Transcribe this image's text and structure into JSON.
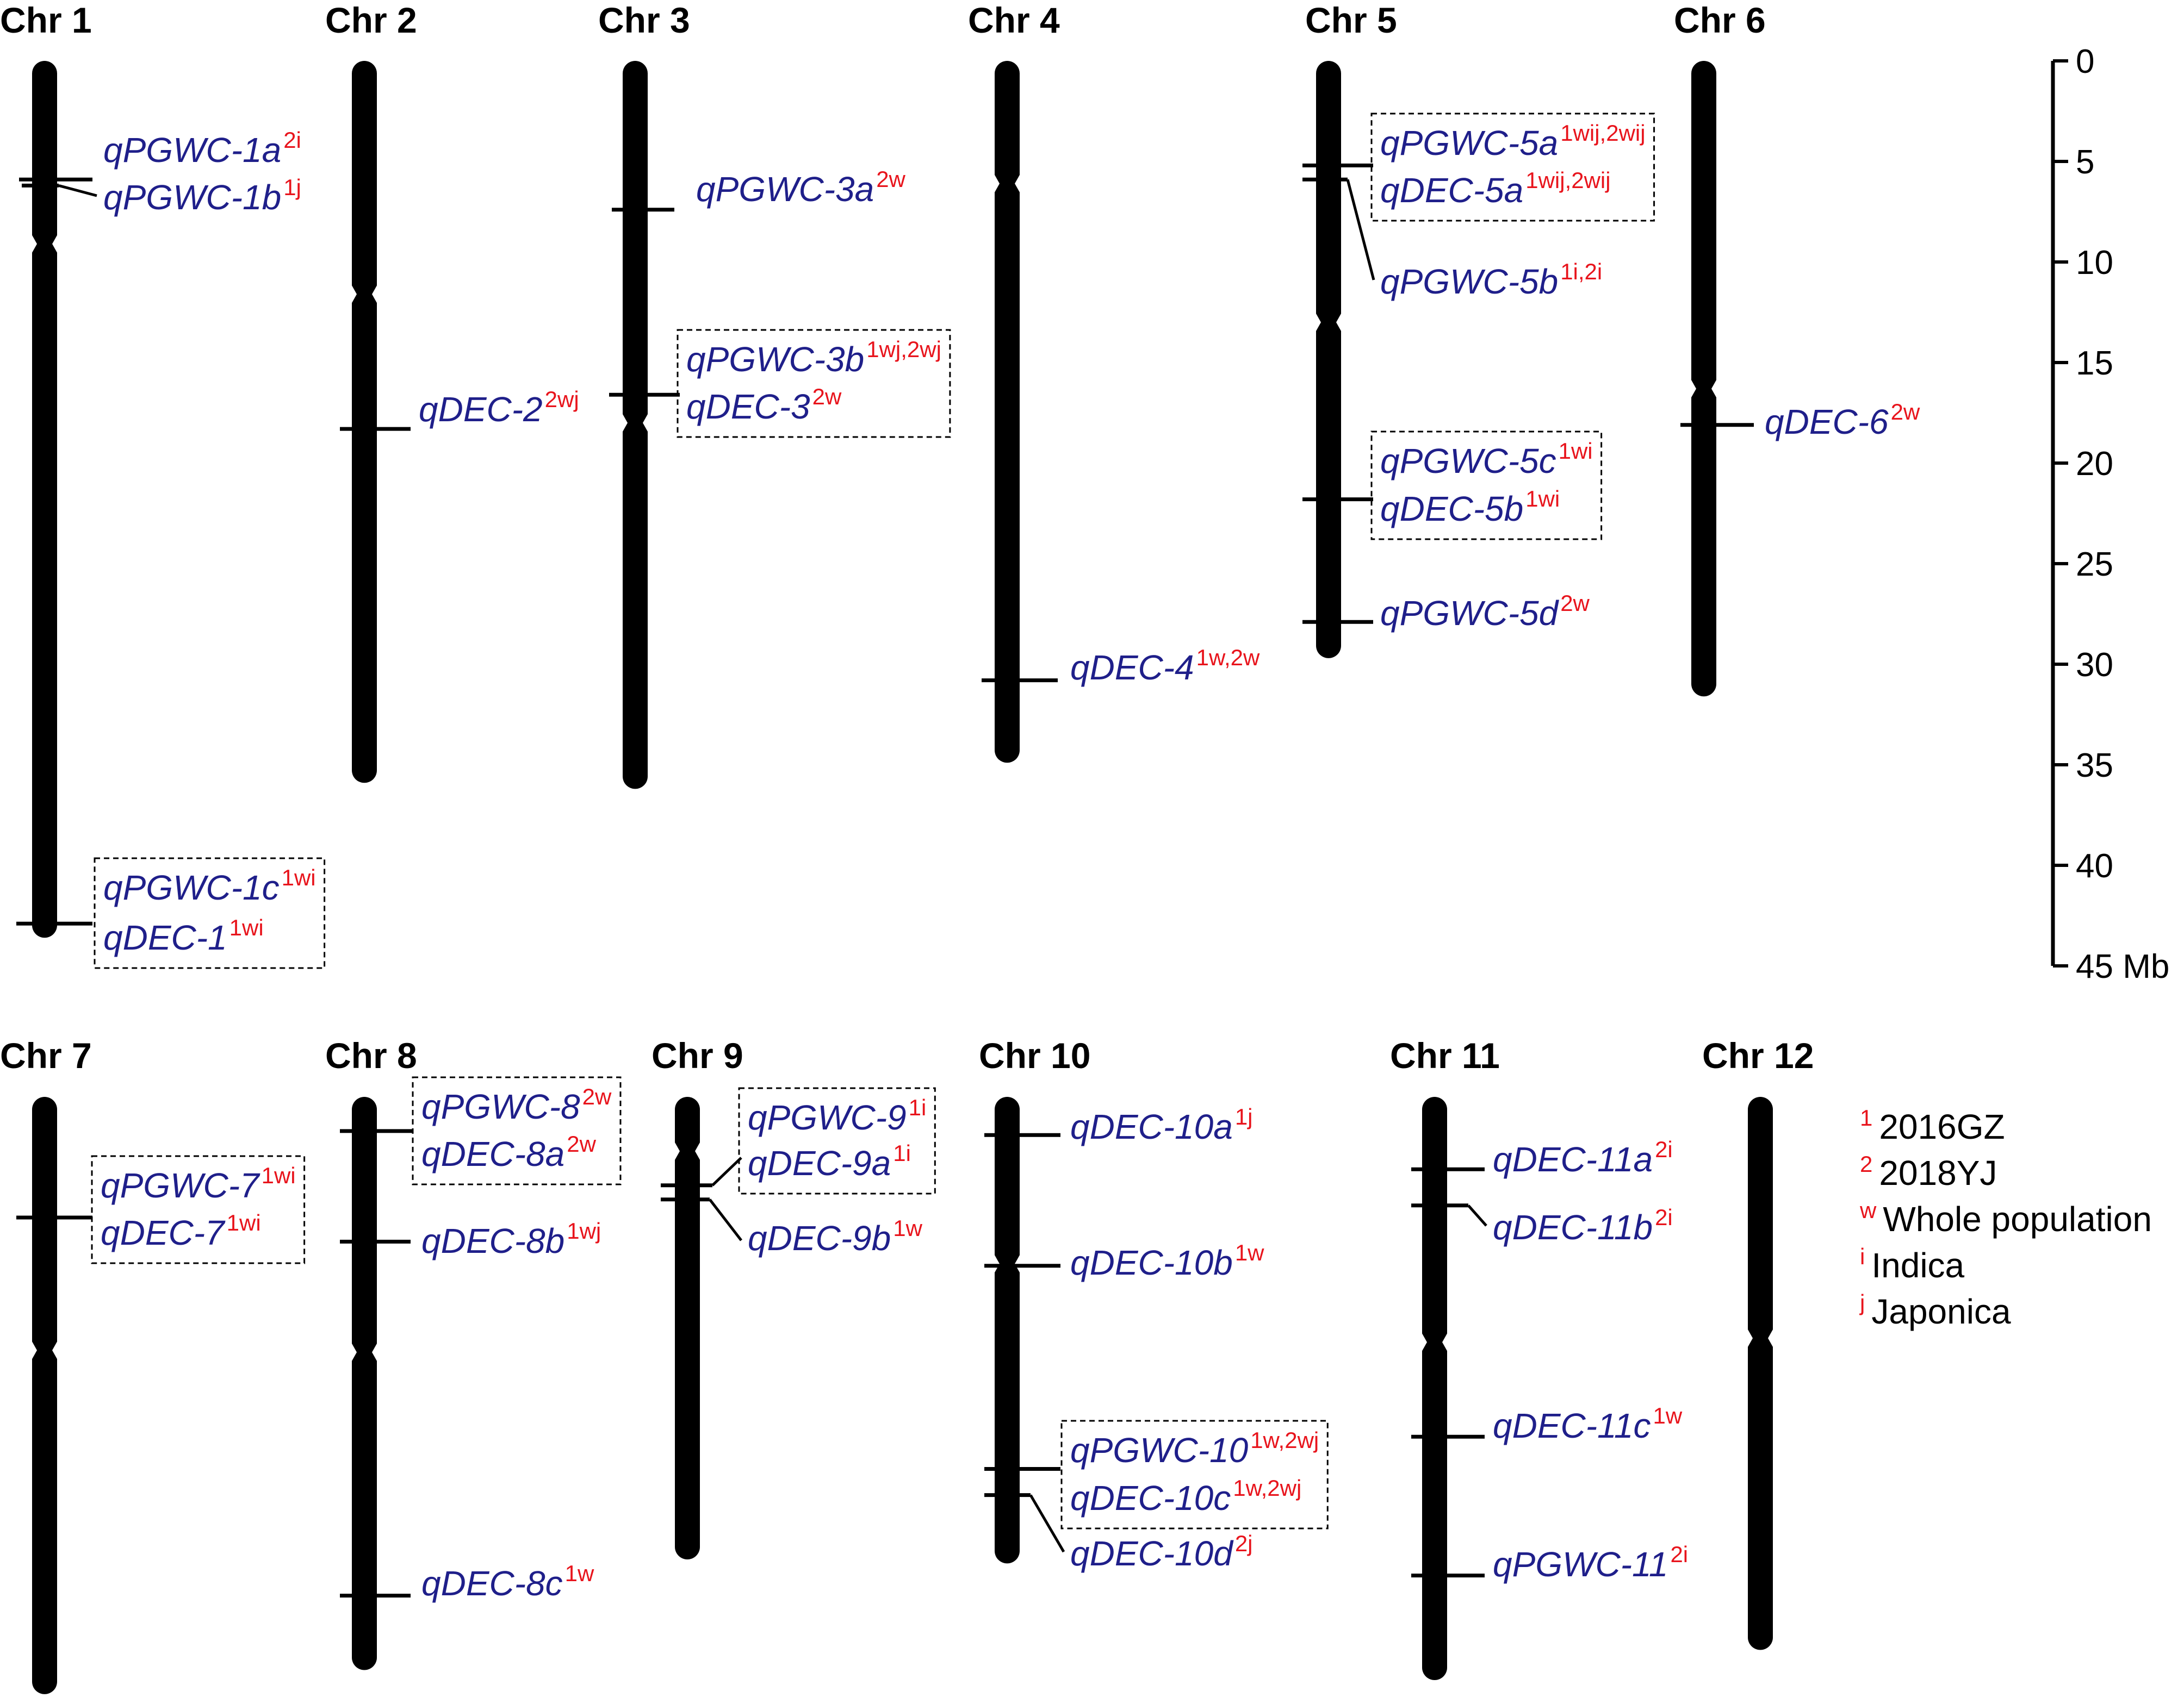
{
  "colors": {
    "chromosome": "#000000",
    "qtl_name": "#1f1f8a",
    "superscript": "#e8141c",
    "box_border": "#000000"
  },
  "chromosomes": [
    {
      "title": "Chr 1",
      "length": 43.6,
      "centromere": 9.1
    },
    {
      "title": "Chr 2",
      "length": 35.9,
      "centromere": 11.6
    },
    {
      "title": "Chr 3",
      "length": 36.2,
      "centromere": 18.0
    },
    {
      "title": "Chr 4",
      "length": 34.9,
      "centromere": 6.1
    },
    {
      "title": "Chr 5",
      "length": 29.7,
      "centromere": 13.0
    },
    {
      "title": "Chr 6",
      "length": 31.6,
      "centromere": 16.3
    },
    {
      "title": "Chr 7",
      "length": 29.7,
      "centromere": 12.6
    },
    {
      "title": "Chr 8",
      "length": 28.5,
      "centromere": 12.7
    },
    {
      "title": "Chr 9",
      "length": 23.0,
      "centromere": 2.7
    },
    {
      "title": "Chr 10",
      "length": 23.2,
      "centromere": 8.3
    },
    {
      "title": "Chr 11",
      "length": 29.0,
      "centromere": 12.2
    },
    {
      "title": "Chr 12",
      "length": 27.5,
      "centromere": 12.0
    }
  ],
  "qtls": [
    {
      "chr": "Chr 1",
      "position": 5.9,
      "name": "qPGWC-1a",
      "sup": "2i"
    },
    {
      "chr": "Chr 1",
      "position": 6.2,
      "name": "qPGWC-1b",
      "sup": "1j"
    },
    {
      "chr": "Chr 1",
      "position": 42.9,
      "name": "qPGWC-1c",
      "sup": "1wi"
    },
    {
      "chr": "Chr 1",
      "position": 42.9,
      "name": "qDEC-1",
      "sup": "1wi"
    },
    {
      "chr": "Chr 2",
      "position": 18.3,
      "name": "qDEC-2",
      "sup": "2wj"
    },
    {
      "chr": "Chr 3",
      "position": 7.4,
      "name": "qPGWC-3a",
      "sup": "2w"
    },
    {
      "chr": "Chr 3",
      "position": 16.6,
      "name": "qPGWC-3b",
      "sup": "1wj,2wj"
    },
    {
      "chr": "Chr 3",
      "position": 16.6,
      "name": "qDEC-3",
      "sup": "2w"
    },
    {
      "chr": "Chr 4",
      "position": 30.8,
      "name": "qDEC-4",
      "sup": "1w,2w"
    },
    {
      "chr": "Chr 5",
      "position": 5.2,
      "name": "qPGWC-5a",
      "sup": "1wij,2wij"
    },
    {
      "chr": "Chr 5",
      "position": 5.2,
      "name": "qDEC-5a",
      "sup": "1wij,2wij"
    },
    {
      "chr": "Chr 5",
      "position": 5.9,
      "name": "qPGWC-5b",
      "sup": "1i,2i"
    },
    {
      "chr": "Chr 5",
      "position": 21.8,
      "name": "qPGWC-5c",
      "sup": "1wi"
    },
    {
      "chr": "Chr 5",
      "position": 21.8,
      "name": "qDEC-5b",
      "sup": "1wi"
    },
    {
      "chr": "Chr 5",
      "position": 27.9,
      "name": "qPGWC-5d",
      "sup": "2w"
    },
    {
      "chr": "Chr 6",
      "position": 18.1,
      "name": "qDEC-6",
      "sup": "2w"
    },
    {
      "chr": "Chr 7",
      "position": 6.0,
      "name": "qPGWC-7",
      "sup": "1wi"
    },
    {
      "chr": "Chr 7",
      "position": 6.0,
      "name": "qDEC-7",
      "sup": "1wi"
    },
    {
      "chr": "Chr 8",
      "position": 1.7,
      "name": "qPGWC-8",
      "sup": "2w"
    },
    {
      "chr": "Chr 8",
      "position": 1.7,
      "name": "qDEC-8a",
      "sup": "2w"
    },
    {
      "chr": "Chr 8",
      "position": 7.2,
      "name": "qDEC-8b",
      "sup": "1wj"
    },
    {
      "chr": "Chr 8",
      "position": 24.8,
      "name": "qDEC-8c",
      "sup": "1w"
    },
    {
      "chr": "Chr 9",
      "position": 4.4,
      "name": "qPGWC-9",
      "sup": "1i"
    },
    {
      "chr": "Chr 9",
      "position": 4.4,
      "name": "qDEC-9a",
      "sup": "1i"
    },
    {
      "chr": "Chr 9",
      "position": 5.1,
      "name": "qDEC-9b",
      "sup": "1w"
    },
    {
      "chr": "Chr 10",
      "position": 1.9,
      "name": "qDEC-10a",
      "sup": "1j"
    },
    {
      "chr": "Chr 10",
      "position": 8.4,
      "name": "qDEC-10b",
      "sup": "1w"
    },
    {
      "chr": "Chr 10",
      "position": 18.5,
      "name": "qPGWC-10",
      "sup": "1w,2wj"
    },
    {
      "chr": "Chr 10",
      "position": 18.5,
      "name": "qDEC-10c",
      "sup": "1w,2wj"
    },
    {
      "chr": "Chr 10",
      "position": 19.8,
      "name": "qDEC-10d",
      "sup": "2j"
    },
    {
      "chr": "Chr 11",
      "position": 3.6,
      "name": "qDEC-11a",
      "sup": "2i"
    },
    {
      "chr": "Chr 11",
      "position": 5.4,
      "name": "qDEC-11b",
      "sup": "2i"
    },
    {
      "chr": "Chr 11",
      "position": 16.9,
      "name": "qDEC-11c",
      "sup": "1w"
    },
    {
      "chr": "Chr 11",
      "position": 23.8,
      "name": "qPGWC-11",
      "sup": "2i"
    }
  ],
  "scale": {
    "ticks": [
      0,
      5,
      10,
      15,
      20,
      25,
      30,
      35,
      40,
      45
    ],
    "unit": "Mb"
  },
  "legend": [
    {
      "mark": "1",
      "text": "2016GZ"
    },
    {
      "mark": "2",
      "text": "2018YJ"
    },
    {
      "mark": "w",
      "text": "Whole population"
    },
    {
      "mark": "i",
      "text": "Indica"
    },
    {
      "mark": "j",
      "text": "Japonica"
    }
  ]
}
